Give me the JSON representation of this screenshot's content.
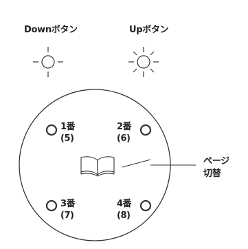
{
  "header": {
    "down_label": "Downボタン",
    "up_label": "Upボタン"
  },
  "dial": {
    "buttons": [
      {
        "number": "1番",
        "alt": "(5)"
      },
      {
        "number": "2番",
        "alt": "(6)"
      },
      {
        "number": "3番",
        "alt": "(7)"
      },
      {
        "number": "4番",
        "alt": "(8)"
      }
    ],
    "page_switch_label_line1": "ページ",
    "page_switch_label_line2": "切替"
  },
  "colors": {
    "stroke": "#333333",
    "background": "#ffffff"
  }
}
